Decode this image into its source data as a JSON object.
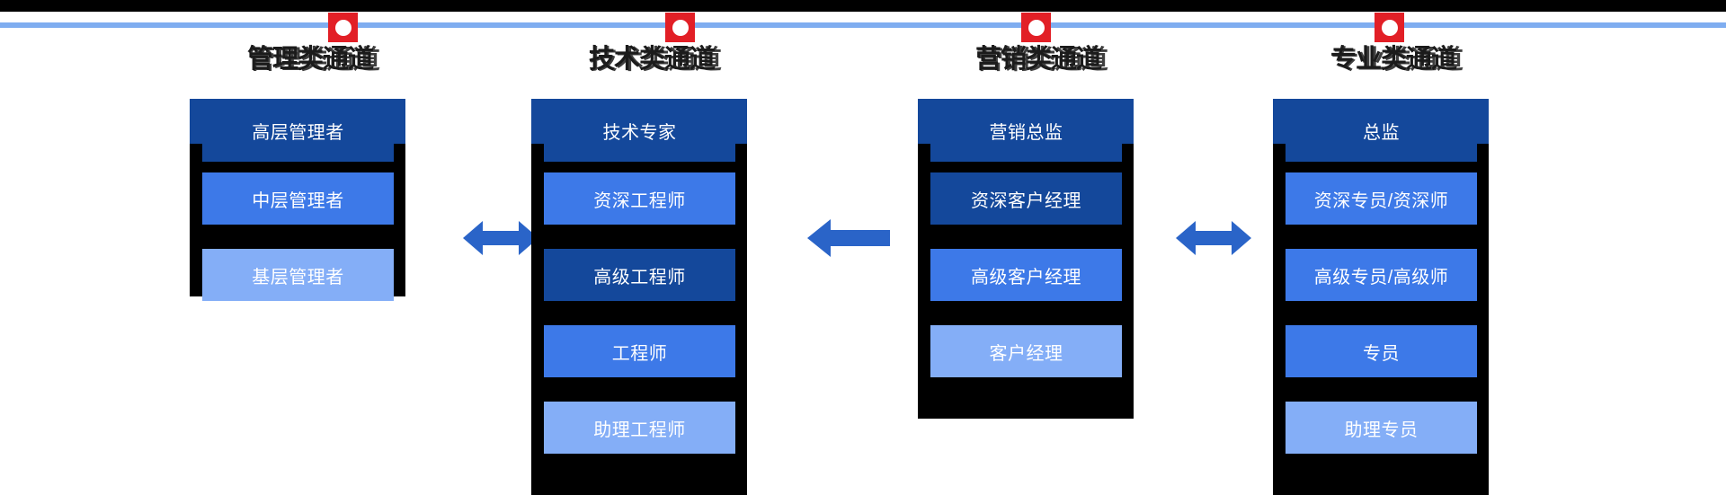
{
  "palette": {
    "top_bar": "#000000",
    "timeline_rule": "#7fadf0",
    "timeline_node": "#e21f26",
    "node_dot": "#ffffff",
    "frame": "#000000",
    "cap_blue": "#14489b",
    "tier_1": "#14489b",
    "tier_2": "#3d79e8",
    "tier_3": "#6f9cf2",
    "tier_4": "#3d79e8",
    "tier_5": "#84aef7",
    "arrow_blue": "#2a64c8",
    "title_text": "#1b1b1b",
    "rung_text": "#ffffff"
  },
  "timeline": {
    "nodes": [
      {
        "name": "node-1"
      },
      {
        "name": "node-2"
      },
      {
        "name": "node-3"
      },
      {
        "name": "node-4"
      }
    ]
  },
  "channels": [
    {
      "id": "management",
      "title": "管理类通道",
      "rungs": [
        "高层管理者",
        "中层管理者",
        "基层管理者"
      ]
    },
    {
      "id": "technical",
      "title": "技术类通道",
      "rungs": [
        "技术专家",
        "资深工程师",
        "高级工程师",
        "工程师",
        "助理工程师"
      ]
    },
    {
      "id": "marketing",
      "title": "营销类通道",
      "rungs": [
        "营销总监",
        "资深客户经理",
        "高级客户经理",
        "客户经理"
      ]
    },
    {
      "id": "professional",
      "title": "专业类通道",
      "rungs": [
        "总监",
        "资深专员/资深师",
        "高级专员/高级师",
        "专员",
        "助理专员"
      ]
    }
  ],
  "connectors": [
    {
      "id": "mgmt-tech",
      "type": "double-arrow"
    },
    {
      "id": "tech-mkt",
      "type": "left-arrow"
    },
    {
      "id": "mkt-prof",
      "type": "double-arrow"
    }
  ]
}
